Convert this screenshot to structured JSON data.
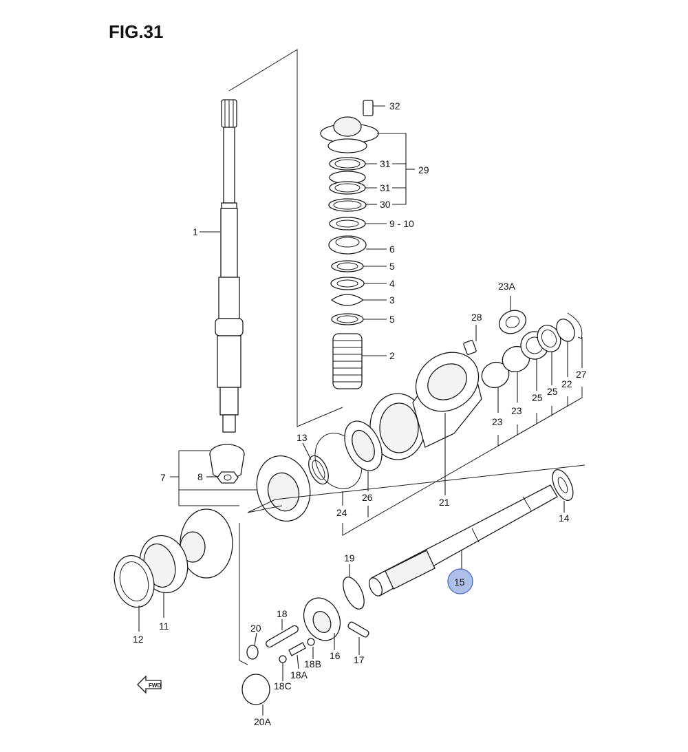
{
  "figure": {
    "title": "FIG.31"
  },
  "colors": {
    "highlight_fill": "#aebfe8",
    "highlight_stroke": "#5b78c8",
    "line": "#1a1a1a"
  },
  "labels": {
    "l1": "1",
    "l2": "2",
    "l3": "3",
    "l4": "4",
    "l5a": "5",
    "l5b": "5",
    "l6": "6",
    "l7": "7",
    "l8": "8",
    "l9_10": "9 - 10",
    "l11": "11",
    "l12": "12",
    "l13": "13",
    "l14": "14",
    "l15": "15",
    "l16": "16",
    "l17": "17",
    "l18": "18",
    "l18a": "18A",
    "l18b": "18B",
    "l18c": "18C",
    "l19": "19",
    "l20": "20",
    "l20a": "20A",
    "l21": "21",
    "l22": "22",
    "l23a": "23",
    "l23b": "23",
    "l23A": "23A",
    "l24": "24",
    "l25a": "25",
    "l25b": "25",
    "l26": "26",
    "l27": "27",
    "l28": "28",
    "l29": "29",
    "l30": "30",
    "l31a": "31",
    "l31b": "31",
    "l32": "32"
  },
  "highlighted_part": "15",
  "icons": {
    "direction": "fwd-arrow-icon"
  }
}
